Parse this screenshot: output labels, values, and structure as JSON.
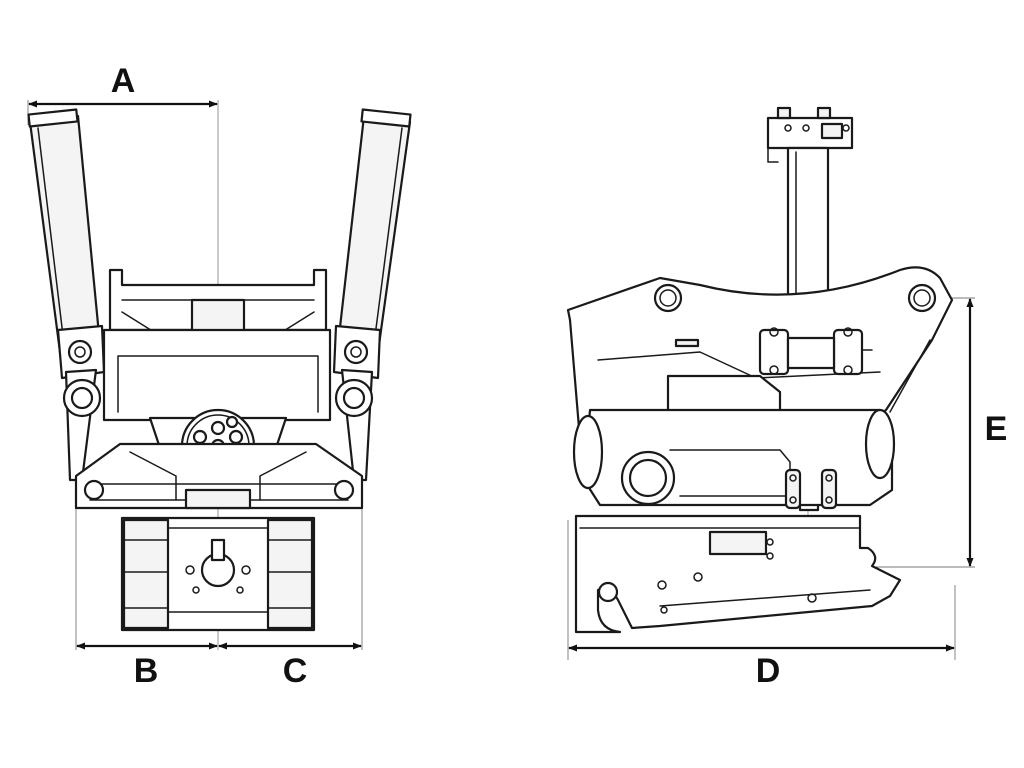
{
  "dimensions": {
    "a": "A",
    "b": "B",
    "c": "C",
    "d": "D",
    "e": "E"
  }
}
